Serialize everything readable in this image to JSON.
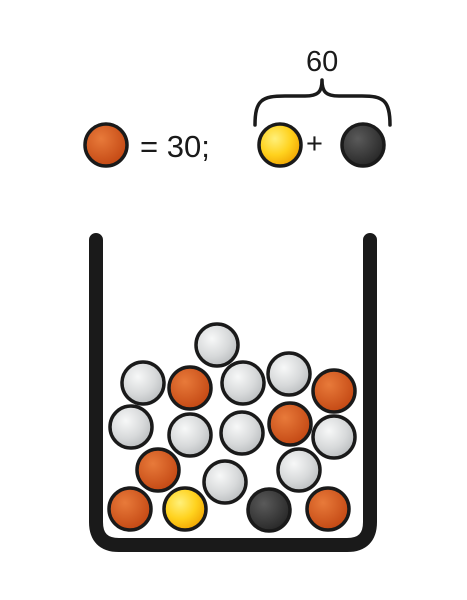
{
  "legend": {
    "orange_equation": "= 30;",
    "plus_sign": "+",
    "combined_total": "60"
  },
  "colors": {
    "orange": "#d0531b",
    "yellow": "#ffcc1a",
    "dark": "#3a3a3a",
    "silver": "#d6d8d9",
    "outline": "#1a1a1a"
  },
  "icons": [
    "orange-ball-icon",
    "yellow-ball-icon",
    "dark-ball-icon",
    "silver-ball-icon",
    "curly-brace-icon",
    "container-icon"
  ],
  "container_balls": [
    {
      "color": "silver"
    },
    {
      "color": "silver"
    },
    {
      "color": "orange"
    },
    {
      "color": "silver"
    },
    {
      "color": "silver"
    },
    {
      "color": "orange"
    },
    {
      "color": "silver"
    },
    {
      "color": "silver"
    },
    {
      "color": "silver"
    },
    {
      "color": "orange"
    },
    {
      "color": "silver"
    },
    {
      "color": "orange"
    },
    {
      "color": "silver"
    },
    {
      "color": "silver"
    },
    {
      "color": "orange"
    },
    {
      "color": "yellow"
    },
    {
      "color": "dark"
    },
    {
      "color": "orange"
    }
  ]
}
